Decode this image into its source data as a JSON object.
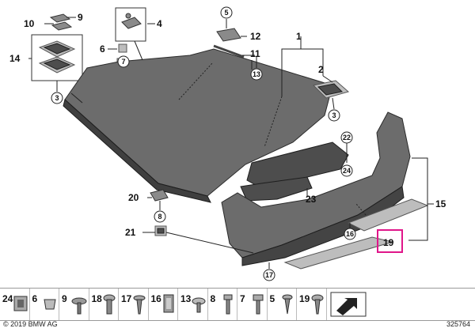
{
  "callouts": {
    "c1": "1",
    "c2": "2",
    "c3a": "3",
    "c3b": "3",
    "c4": "4",
    "c5": "5",
    "c6": "6",
    "c7": "7",
    "c8": "8",
    "c9": "9",
    "c10": "10",
    "c11": "11",
    "c12": "12",
    "c13": "13",
    "c14": "14",
    "c15": "15",
    "c16": "16",
    "c17": "17",
    "c19": "19",
    "c20": "20",
    "c21": "21",
    "c22": "22",
    "c23": "23",
    "c24": "24"
  },
  "strip": [
    "24",
    "6",
    "9",
    "18",
    "17",
    "16",
    "13",
    "8",
    "7",
    "5",
    "19"
  ],
  "footer": {
    "copyright": "© 2019 BMW AG",
    "image_number": "325764"
  },
  "highlight": {
    "label": "19",
    "color": "#e0168a"
  }
}
